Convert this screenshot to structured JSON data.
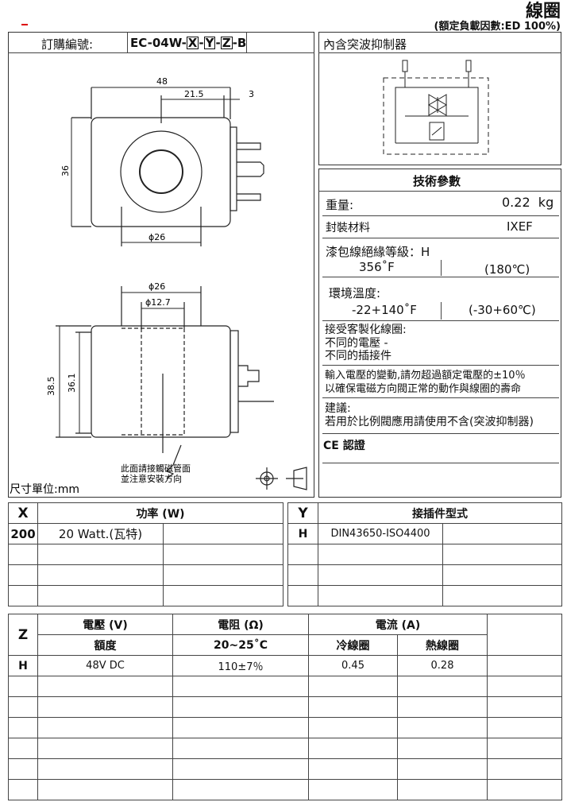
{
  "title": "線圈",
  "subtitle": "(額定負載因數:ED 100%)",
  "order": {
    "label": "訂購編號:",
    "code_prefix": "EC-04W-",
    "x": "X",
    "y": "Y",
    "z": "Z",
    "suffix": "-B",
    "dash": "-"
  },
  "drawing": {
    "dim_48": "48",
    "dim_21_5": "21.5",
    "dim_3": "3",
    "dim_36": "36",
    "dim_d26_top": "ϕ26",
    "dim_d26": "ϕ26",
    "dim_d12_7": "ϕ12.7",
    "dim_38_5": "38.5",
    "dim_36_1": "36.1",
    "note_line1": "此面請接觸磁管面",
    "note_line2": "並注意安裝方向",
    "units": "尺寸單位:mm"
  },
  "suppressor": {
    "title": "內含突波抑制器"
  },
  "tech": {
    "title": "技術參數",
    "weight_label": "重量:",
    "weight_value": "0.22  kg",
    "material_label": "封裝材料",
    "material_value": "IXEF",
    "insulation_label": "漆包線絕緣等級：H",
    "insulation_f": "356˚F",
    "insulation_c": "(180℃)",
    "ambient_label": "環境溫度:",
    "ambient_f": "-22+140˚F",
    "ambient_c": "(-30+60℃)",
    "custom": [
      "接受客製化線圈:",
      "不同的電壓 -",
      "不同的插接件"
    ],
    "warning": [
      "輸入電壓的變動,請勿超過額定電壓的±10％",
      "以確保電磁方向閥正常的動作與線圈的壽命"
    ],
    "advice": [
      "建議:",
      "若用於比例閥應用請使用不含(突波抑制器)"
    ],
    "ce": "CE 認證"
  },
  "table_x": {
    "key": "X",
    "header": "功率 (W)",
    "rows": [
      [
        "200",
        "20 Watt.(瓦特)",
        ""
      ],
      [
        "",
        "",
        ""
      ],
      [
        "",
        "",
        ""
      ],
      [
        "",
        "",
        ""
      ]
    ]
  },
  "table_y": {
    "key": "Y",
    "header": "接插件型式",
    "rows": [
      [
        "H",
        "DIN43650-ISO4400",
        ""
      ],
      [
        "",
        "",
        ""
      ],
      [
        "",
        "",
        ""
      ],
      [
        "",
        "",
        ""
      ]
    ]
  },
  "table_z": {
    "key": "Z",
    "voltage": "電壓 (V)",
    "voltage_sub": "額度",
    "resistance": "電阻 (Ω)",
    "resistance_sub": "20~25˚C",
    "current": "電流 (A)",
    "cold": "冷線圈",
    "hot": "熱線圈",
    "rows": [
      [
        "H",
        "48V DC",
        "110±7％",
        "0.45",
        "0.28",
        ""
      ],
      [
        "",
        "",
        "",
        "",
        "",
        ""
      ],
      [
        "",
        "",
        "",
        "",
        "",
        ""
      ],
      [
        "",
        "",
        "",
        "",
        "",
        ""
      ],
      [
        "",
        "",
        "",
        "",
        "",
        ""
      ],
      [
        "",
        "",
        "",
        "",
        "",
        ""
      ],
      [
        "",
        "",
        "",
        "",
        "",
        ""
      ]
    ]
  }
}
